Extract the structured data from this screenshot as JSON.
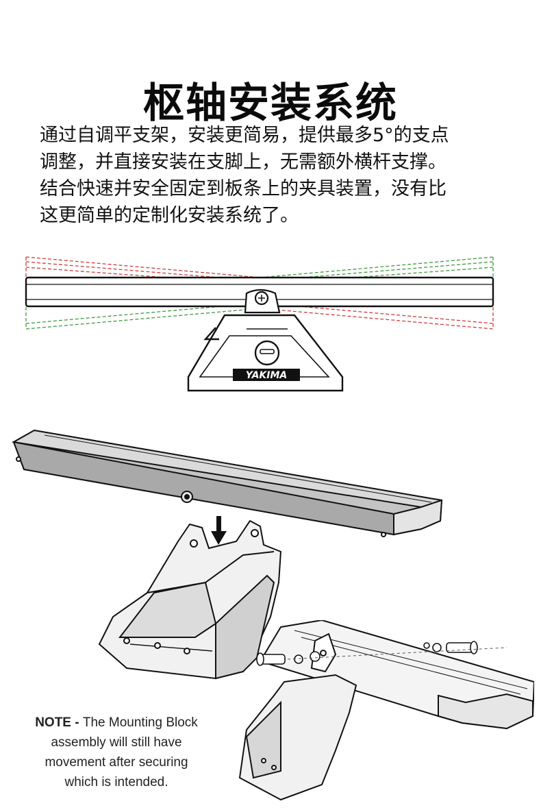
{
  "title": "枢轴安装系统",
  "description_lines": [
    "通过自调平支架，安装更简易，提供最多5°的支点",
    "调整，并直接安装在支脚上，无需额外横杆支撑。",
    "结合快速并安全固定到板条上的夹具装置，没有比",
    "这更简单的定制化安装系统了。"
  ],
  "diagram": {
    "brand_logo_text": "YAKIMA"
  },
  "note": {
    "label": "NOTE",
    "separator": " - ",
    "text_lines": [
      "The Mounting Block",
      "assembly will still have",
      "movement after securing",
      "which is intended."
    ]
  },
  "colors": {
    "tilt_down": "#d23a3a",
    "tilt_up": "#3e9a3e",
    "line": "#111111",
    "bar_fill": "#bdbdbd",
    "foot_fill": "#e6e6e6"
  }
}
